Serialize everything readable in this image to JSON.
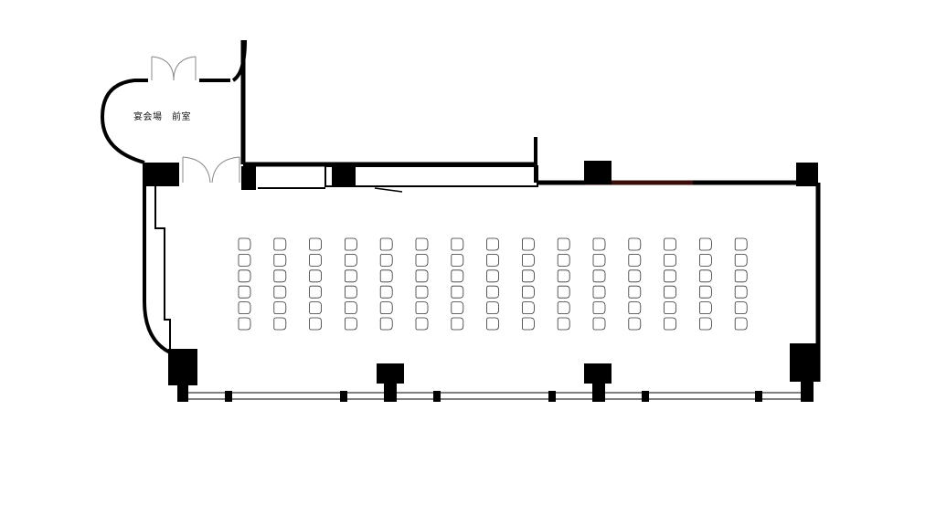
{
  "room_label": "宴会場　前室",
  "colors": {
    "wall": "#000000",
    "accent_wall": "#3a0d0d",
    "chair_stroke": "#333333",
    "background": "#ffffff"
  },
  "seating": {
    "columns": 15,
    "rows": 6
  }
}
